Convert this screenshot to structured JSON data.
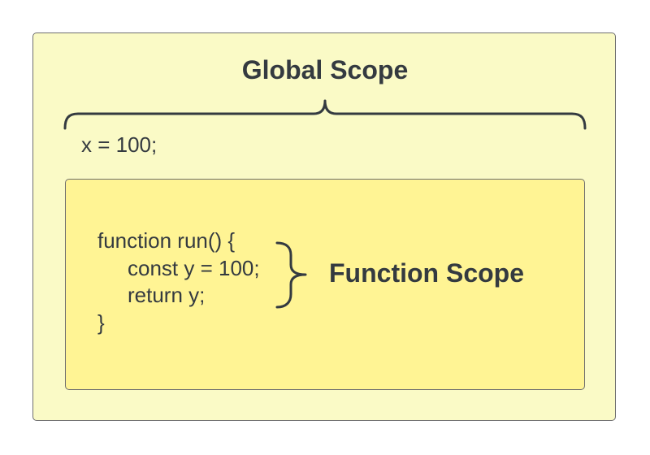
{
  "diagram": {
    "global_scope": {
      "title": "Global Scope",
      "code": "x = 100;"
    },
    "function_scope": {
      "label": "Function Scope",
      "code_lines": [
        "function run() {",
        "const y = 100;",
        "return y;",
        "}"
      ]
    },
    "colors": {
      "global_fill": "#fafac6",
      "function_fill": "#fff494",
      "border": "#6e6e6e",
      "text": "#343a40"
    }
  }
}
